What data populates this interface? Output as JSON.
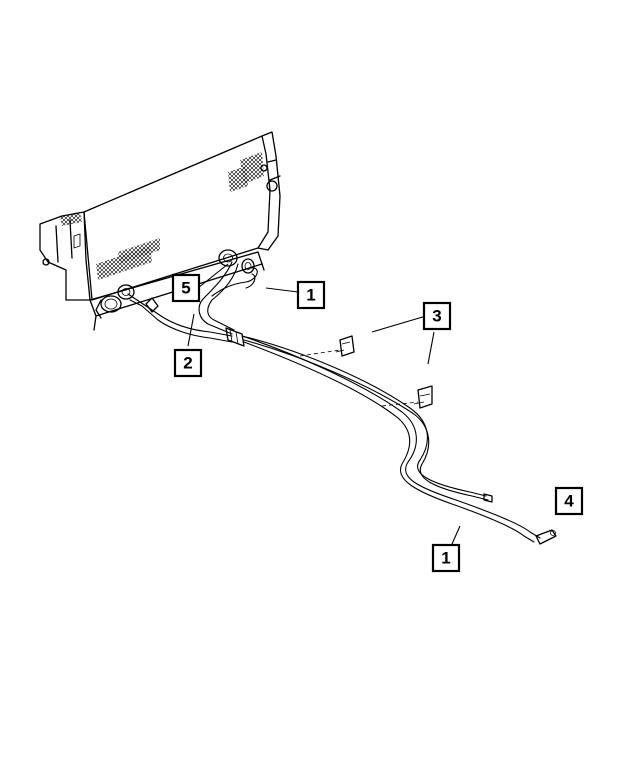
{
  "callouts": [
    {
      "id": "c1a",
      "label": "1"
    },
    {
      "id": "c2",
      "label": "2"
    },
    {
      "id": "c3",
      "label": "3"
    },
    {
      "id": "c4",
      "label": "4"
    },
    {
      "id": "c1b",
      "label": "1"
    },
    {
      "id": "c5",
      "label": "5"
    }
  ],
  "colors": {
    "ink": "#000000",
    "paper": "#ffffff"
  }
}
